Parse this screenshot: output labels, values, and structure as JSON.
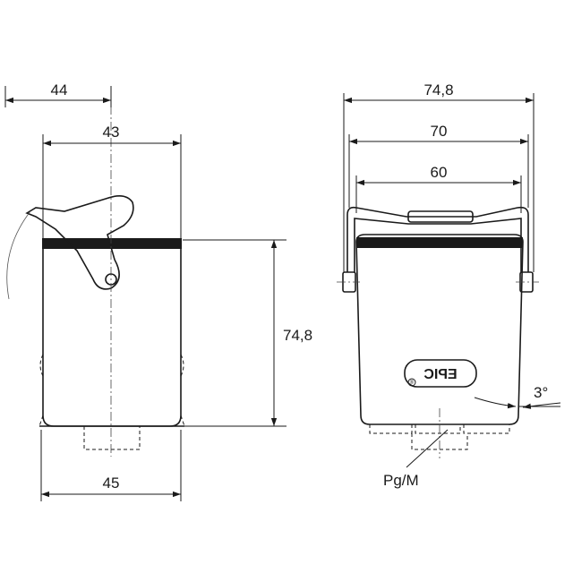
{
  "side_view": {
    "dim_top_overall": "44",
    "dim_top_body": "43",
    "dim_height": "74,8",
    "dim_bottom": "45"
  },
  "front_view": {
    "dim_overall_width": "74,8",
    "dim_width_mid": "70",
    "dim_width_inner": "60",
    "logo_text": "EPIC",
    "logo_mark": "®",
    "draft_angle": "3°",
    "thread_label": "Pg/M"
  }
}
